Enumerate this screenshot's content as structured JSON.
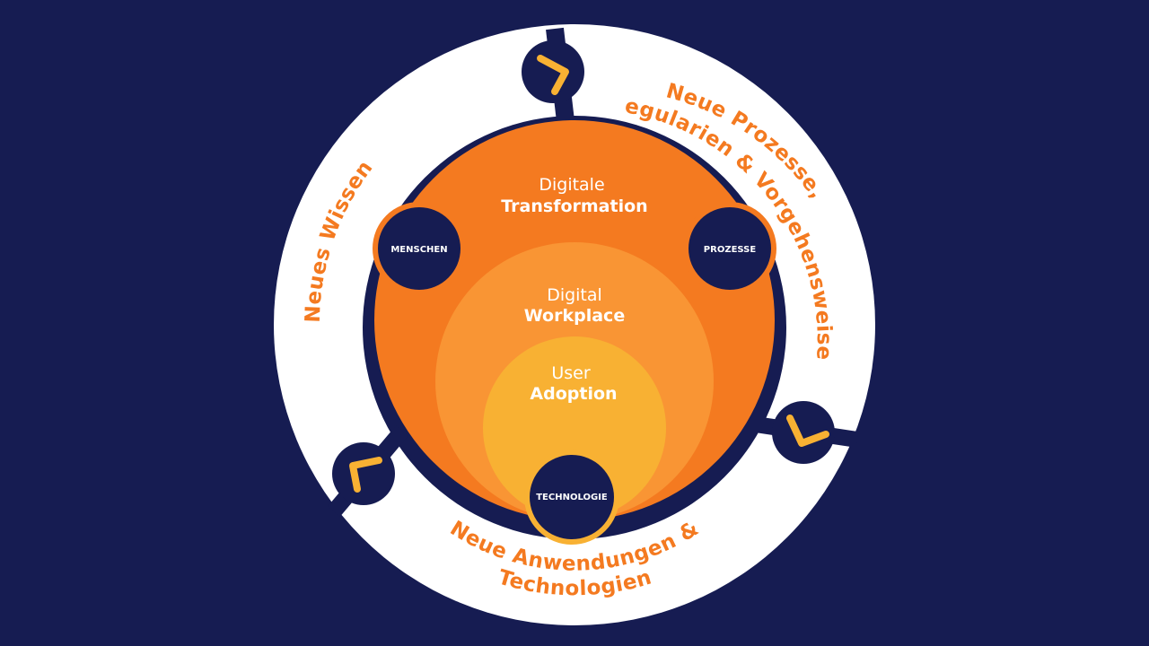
{
  "colors": {
    "background": "#161c52",
    "ring": "#ffffff",
    "navy": "#161c52",
    "orange_dark": "#f47a20",
    "orange_mid": "#f99534",
    "yellow": "#f8b133"
  },
  "center": {
    "outer": {
      "line1": "Digitale",
      "line2": "Transformation"
    },
    "middle": {
      "line1": "Digital",
      "line2": "Workplace"
    },
    "inner": {
      "line1": "User",
      "line2": "Adoption"
    }
  },
  "nodes": {
    "menschen": "MENSCHEN",
    "prozesse": "PROZESSE",
    "technologie": "TECHNOLOGIE"
  },
  "ring_labels": {
    "left": "Neues Wissen",
    "right_line1": "Neue Prozesse,",
    "right_line2": "Regularien & Vorgehensweisen",
    "bottom_line1": "Neue Anwendungen &",
    "bottom_line2": "Technologien"
  },
  "icons": [
    "chevron-icon",
    "chevron-icon",
    "chevron-icon"
  ]
}
